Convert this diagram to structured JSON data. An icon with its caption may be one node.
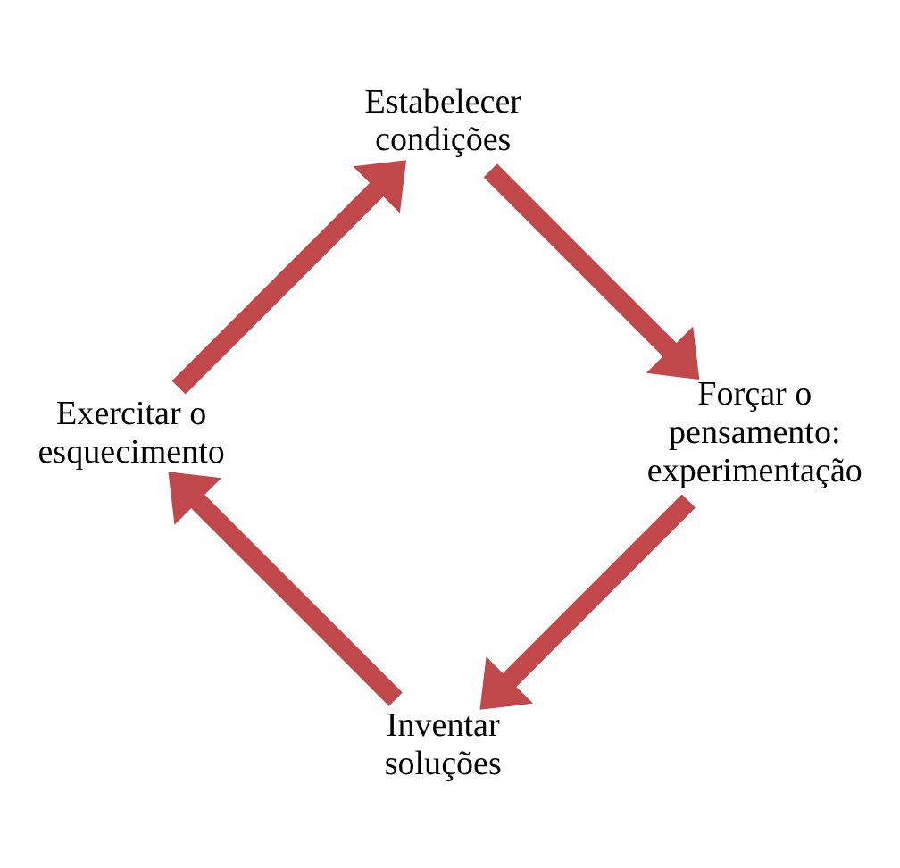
{
  "diagram": {
    "nodes": [
      {
        "text": [
          "Inventar soluções"
        ]
      },
      {
        "text": [
          "Exercitar o esquecimento"
        ]
      },
      {
        "text": [
          "Estabelecer condições"
        ]
      },
      {
        "text": [
          "Forçar o pensamento: experimentação"
        ]
      }
    ],
    "edges": [
      {
        "from": 0,
        "to": 1,
        "arrow": "to"
      },
      {
        "from": 1,
        "to": 2,
        "arrow": "to"
      },
      {
        "from": 2,
        "to": 3,
        "arrow": "to"
      },
      {
        "from": 3,
        "to": 0,
        "arrow": "to"
      }
    ]
  }
}
